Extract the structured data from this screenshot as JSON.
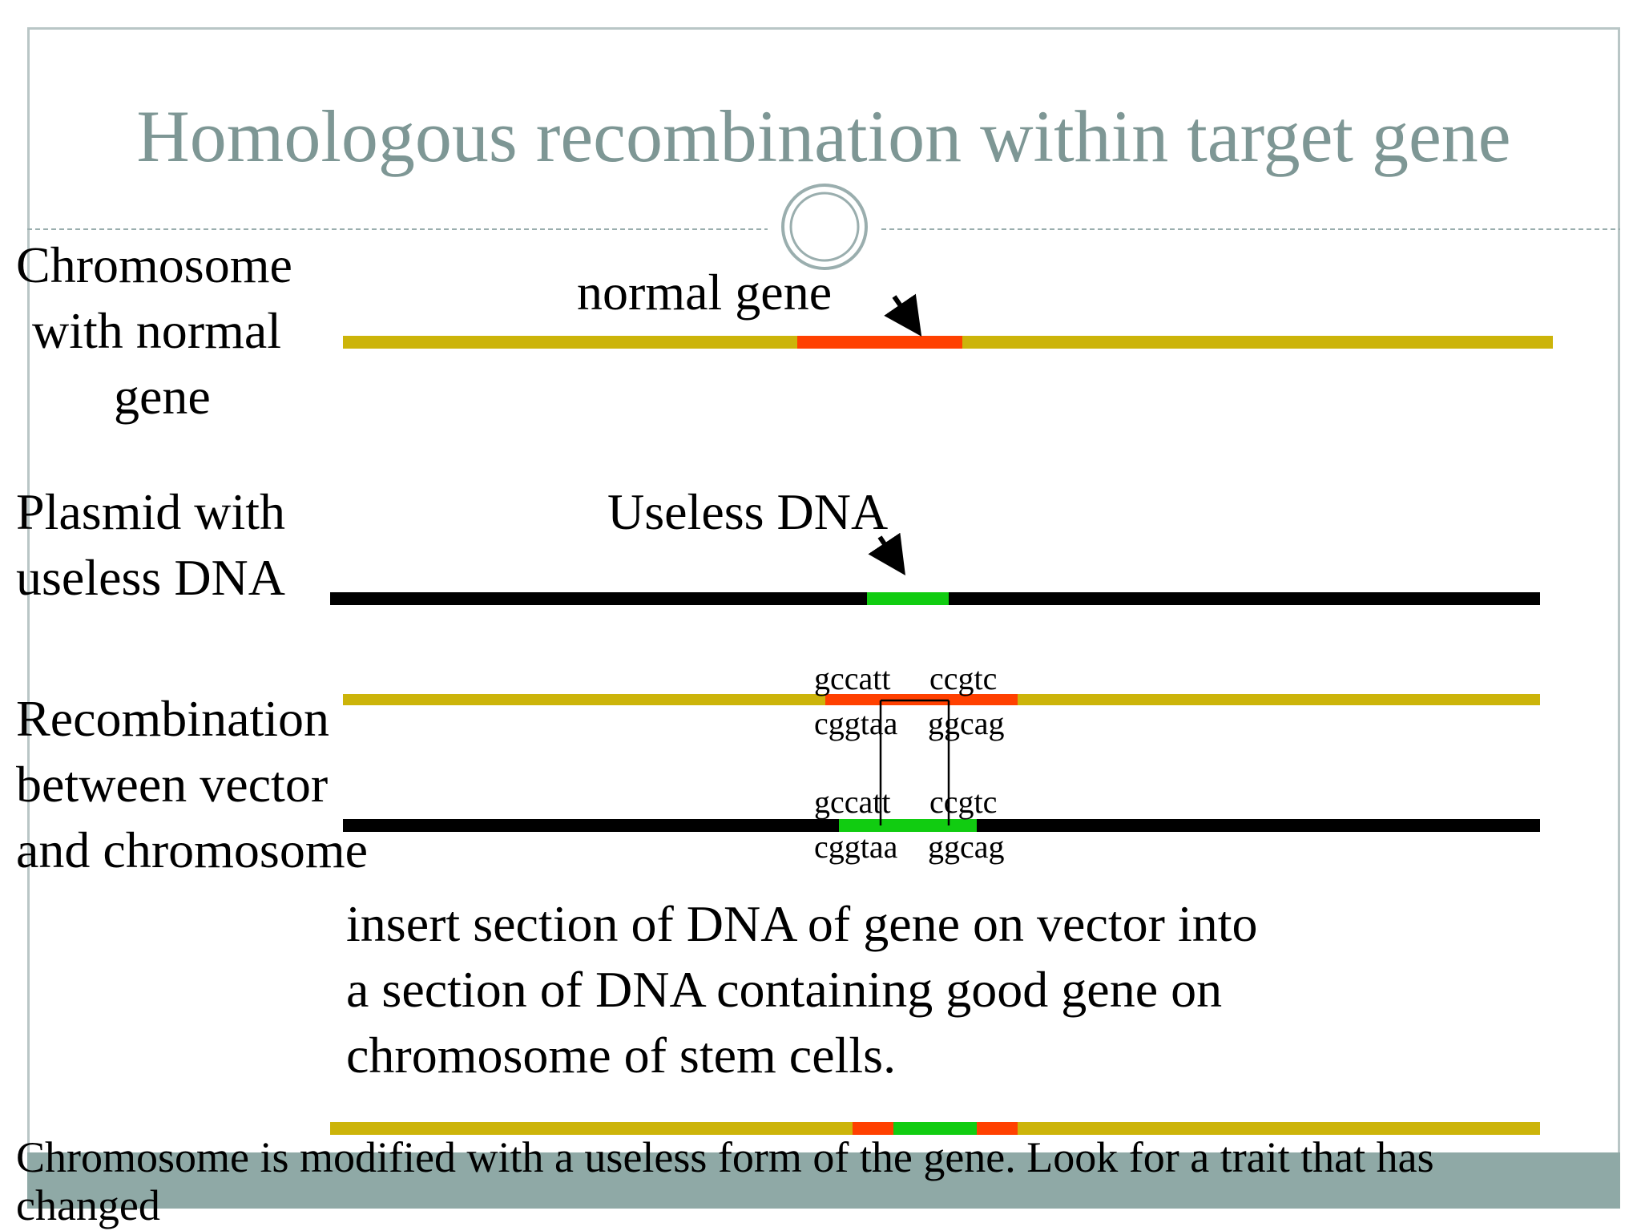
{
  "title": "Homologous recombination within target gene",
  "colors": {
    "title": "#7e9795",
    "frame": "#b9c6c6",
    "footer_bar": "#8fa9a6",
    "chromosome": "#ccb40a",
    "normal_gene": "#ff4000",
    "vector": "#000000",
    "useless_dna": "#11cc11"
  },
  "rows": {
    "chromosome": {
      "label_lines": [
        "Chromosome",
        "with normal",
        "gene"
      ],
      "annotation": "normal gene"
    },
    "plasmid": {
      "label_lines": [
        "Plasmid with",
        "useless DNA"
      ],
      "annotation": "Useless DNA"
    },
    "recombination": {
      "label_lines": [
        "Recombination",
        "between vector",
        "and chromosome"
      ],
      "chromosome_top_left": "gccatt",
      "chromosome_top_right": "ccgtc",
      "chromosome_bottom_left": "cggtaa",
      "chromosome_bottom_right": "ggcag",
      "vector_top_left": "gccatt",
      "vector_top_right": "ccgtc",
      "vector_bottom_left": "cggtaa",
      "vector_bottom_right": "ggcag"
    }
  },
  "explanation_lines": [
    "insert section of DNA of gene on vector into",
    "a section of DNA containing good gene on",
    "chromosome of stem cells."
  ],
  "conclusion_lines": [
    "Chromosome is modified with a useless form of the gene.  Look for a trait that has",
    "changed"
  ]
}
